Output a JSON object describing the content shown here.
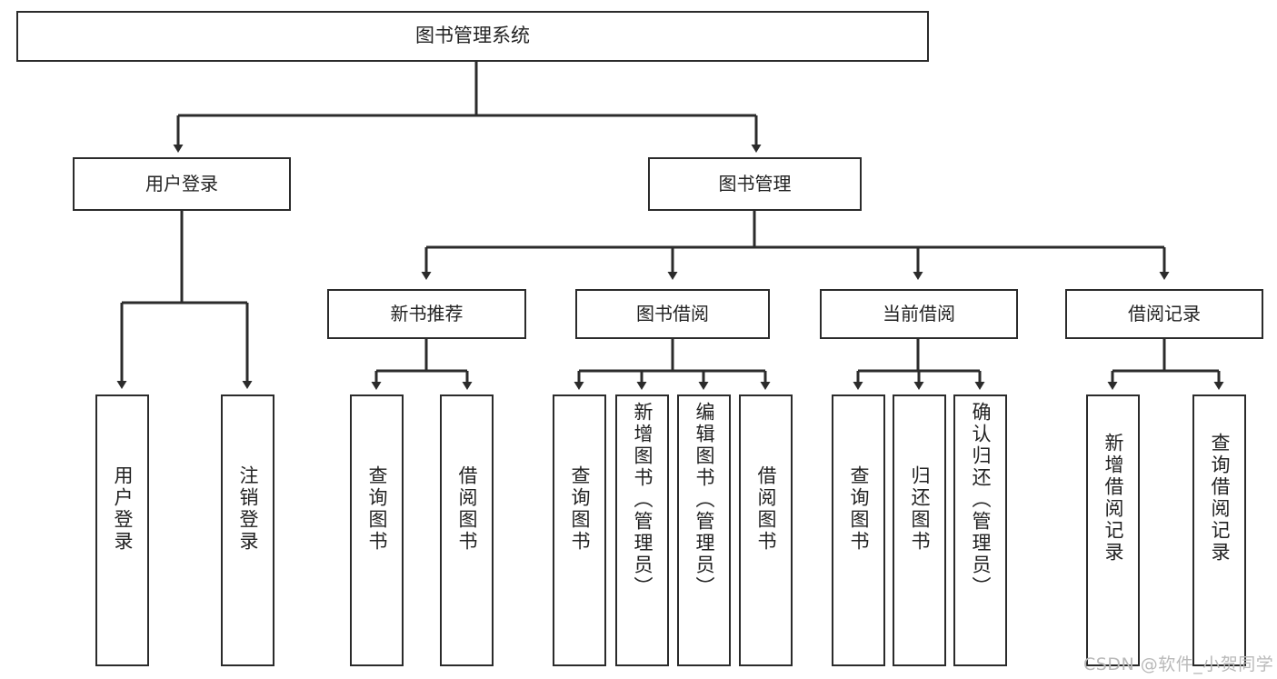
{
  "diagram": {
    "type": "hierarchy-tree",
    "title": "图书管理系统",
    "watermark": "CSDN @软件_小贺同学",
    "nodes": {
      "root": {
        "label": "图书管理系统"
      },
      "level1": [
        {
          "label": "用户登录"
        },
        {
          "label": "图书管理"
        }
      ],
      "level2": [
        {
          "label": "新书推荐"
        },
        {
          "label": "图书借阅"
        },
        {
          "label": "当前借阅"
        },
        {
          "label": "借阅记录"
        }
      ],
      "leaves": {
        "user_login": [
          {
            "label": "用户登录"
          },
          {
            "label": "注销登录"
          }
        ],
        "new_book_recommend": [
          {
            "label": "查询图书"
          },
          {
            "label": "借阅图书"
          }
        ],
        "book_borrow": [
          {
            "label": "查询图书"
          },
          {
            "label": "新增图书（管理员）"
          },
          {
            "label": "编辑图书（管理员）"
          },
          {
            "label": "借阅图书"
          }
        ],
        "current_borrow": [
          {
            "label": "查询图书"
          },
          {
            "label": "归还图书"
          },
          {
            "label": "确认归还（管理员）"
          }
        ],
        "borrow_records": [
          {
            "label": "新增借阅记录"
          },
          {
            "label": "查询借阅记录"
          }
        ]
      }
    },
    "colors": {
      "stroke": "#2b2b2b",
      "fill": "#ffffff",
      "text": "#222222",
      "watermark": "#b9b9b9"
    }
  }
}
